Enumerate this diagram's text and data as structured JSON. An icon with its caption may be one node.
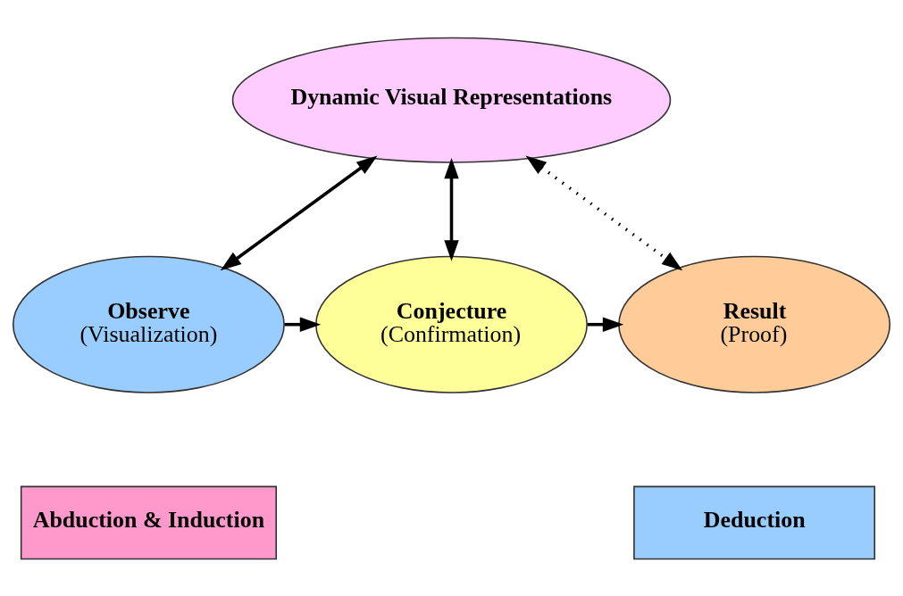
{
  "diagram": {
    "nodes": [
      {
        "text": [
          "Dynamic Visual Representations"
        ]
      },
      {
        "text": [
          "Observe",
          "(Visualization)"
        ]
      },
      {
        "text": [
          "Conjecture",
          "(Confirmation)"
        ]
      },
      {
        "text": [
          "Result",
          "(Proof)"
        ]
      },
      {
        "text": [
          "Abduction & Induction"
        ]
      },
      {
        "text": [
          "Deduction"
        ]
      }
    ],
    "edges": [
      {
        "from": 0,
        "to": 1,
        "arrow": "both"
      },
      {
        "from": 0,
        "to": 2,
        "arrow": "both"
      },
      {
        "from": 0,
        "to": 3,
        "arrow": "both",
        "style": "dashed"
      },
      {
        "from": 1,
        "to": 2,
        "arrow": "to"
      },
      {
        "from": 2,
        "to": 3,
        "arrow": "to"
      }
    ]
  }
}
